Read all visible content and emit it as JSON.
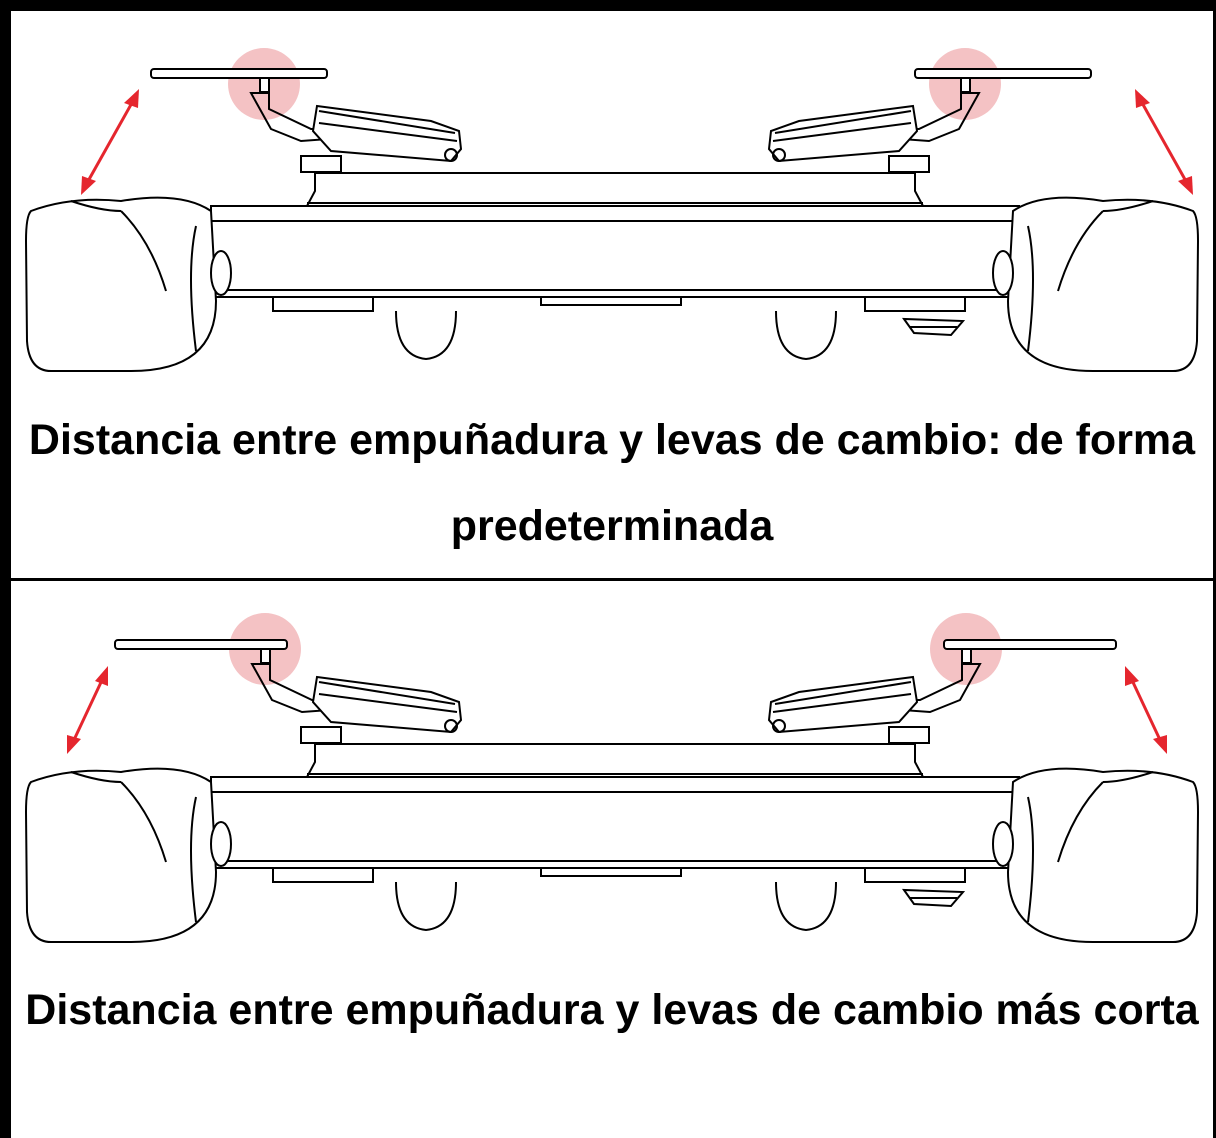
{
  "panels": [
    {
      "id": "default",
      "caption": "Distancia entre empuñadura y levas de cambio: de forma predeterminada"
    },
    {
      "id": "shorter",
      "caption": "Distancia entre empuñadura y levas de cambio más corta"
    }
  ],
  "colors": {
    "arrow": "#e5262e",
    "highlight": "#f4c2c4",
    "line": "#000000"
  },
  "icons": [
    "double-arrow-icon",
    "highlight-circle-icon"
  ]
}
